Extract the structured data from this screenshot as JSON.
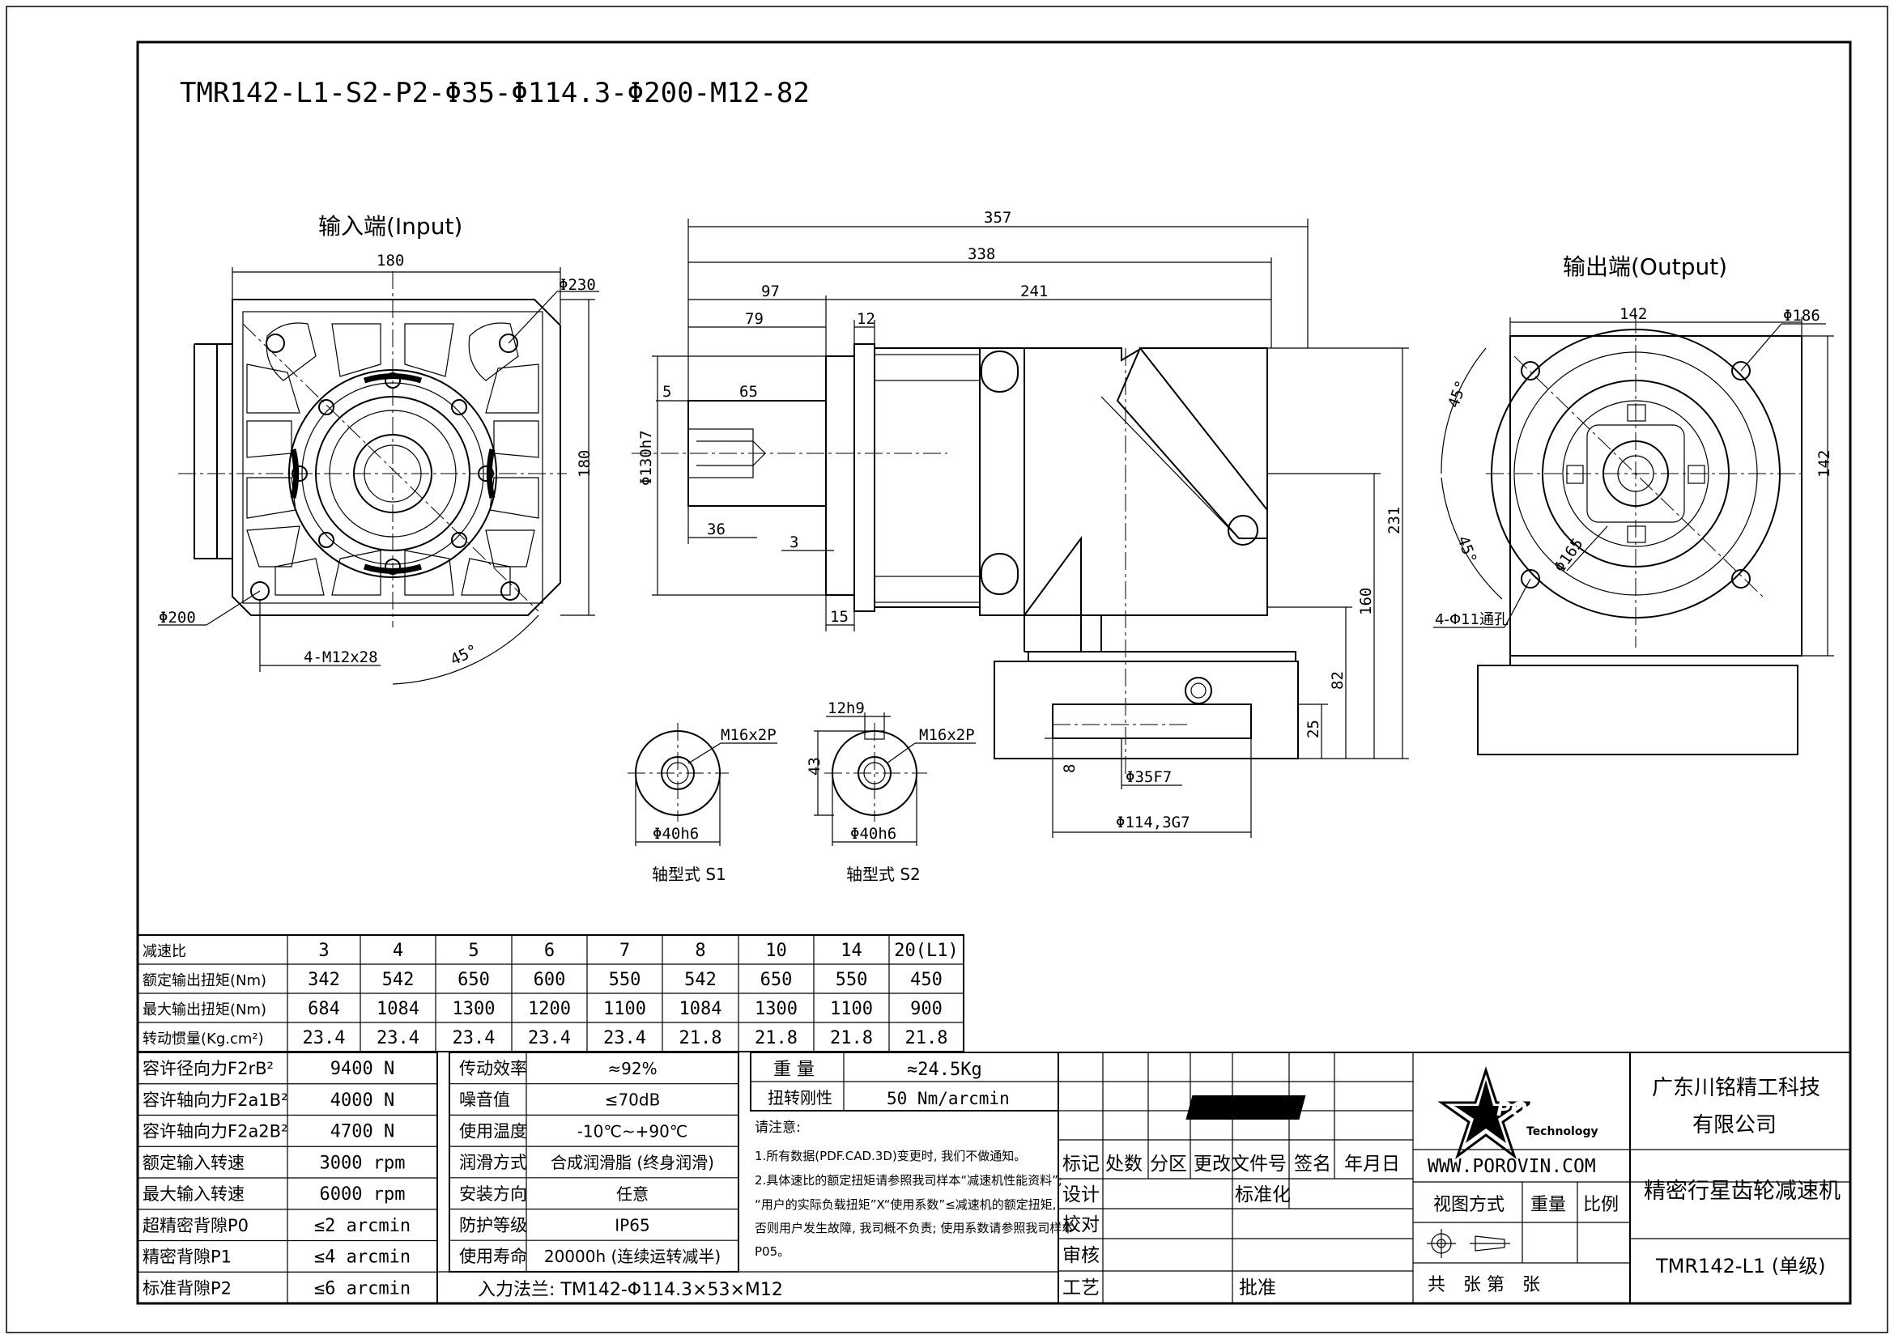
{
  "title": "TMR142-L1-S2-P2-Φ35-Φ114.3-Φ200-M12-82",
  "views": {
    "input": {
      "label": "输入端(Input)",
      "dims": {
        "width": "180",
        "height": "180",
        "bolt_circle": "Φ230",
        "pilot": "Φ200",
        "holes": "4-M12x28",
        "angle": "45°"
      }
    },
    "side": {
      "dims": {
        "total": "357",
        "body": "338",
        "d97": "97",
        "d241": "241",
        "d79": "79",
        "d12": "12",
        "d5": "5",
        "d65": "65",
        "d36": "36",
        "d3": "3",
        "d15": "15",
        "shaft_dia": "Φ130h7",
        "h231": "231",
        "h160": "160",
        "h82": "82",
        "h25": "25",
        "h8": "8",
        "bore": "Φ35F7",
        "flange": "Φ114,3G7"
      }
    },
    "output": {
      "label": "输出端(Output)",
      "dims": {
        "width": "142",
        "height": "142",
        "pcd": "Φ186",
        "angle": "45°",
        "angle2": "45°",
        "inner": "Φ165",
        "holes": "4-Φ11通孔"
      }
    },
    "shaft_s1": {
      "label": "轴型式 S1",
      "thread": "M16x2P",
      "dia": "Φ40h6"
    },
    "shaft_s2": {
      "label": "轴型式 S2",
      "thread": "M16x2P",
      "key": "12h9",
      "height": "43",
      "dia": "Φ40h6"
    }
  },
  "spec_table": {
    "rows": [
      [
        "减速比",
        "3",
        "4",
        "5",
        "6",
        "7",
        "8",
        "10",
        "14",
        "20(L1)"
      ],
      [
        "额定输出扭矩(Nm)",
        "342",
        "542",
        "650",
        "600",
        "550",
        "542",
        "650",
        "550",
        "450"
      ],
      [
        "最大输出扭矩(Nm)",
        "684",
        "1084",
        "1300",
        "1200",
        "1100",
        "1084",
        "1300",
        "1100",
        "900"
      ],
      [
        "转动惯量(Kg.cm²)",
        "23.4",
        "23.4",
        "23.4",
        "23.4",
        "23.4",
        "21.8",
        "21.8",
        "21.8",
        "21.8"
      ]
    ]
  },
  "params_a": [
    [
      "容许径向力F2rB²",
      "9400 N"
    ],
    [
      "容许轴向力F2a1B²",
      "4000 N"
    ],
    [
      "容许轴向力F2a2B²",
      "4700 N"
    ],
    [
      "额定输入转速",
      "3000 rpm"
    ],
    [
      "最大输入转速",
      "6000 rpm"
    ],
    [
      "超精密背隙P0",
      "≤2 arcmin"
    ],
    [
      "精密背隙P1",
      "≤4 arcmin"
    ],
    [
      "标准背隙P2",
      "≤6 arcmin"
    ]
  ],
  "params_b": [
    [
      "传动效率",
      "≈92%"
    ],
    [
      "噪音值",
      "≤70dB"
    ],
    [
      "使用温度",
      "-10℃~+90℃"
    ],
    [
      "润滑方式",
      "合成润滑脂 (终身润滑)"
    ],
    [
      "安装方向",
      "任意"
    ],
    [
      "防护等级",
      "IP65"
    ],
    [
      "使用寿命",
      "20000h (连续运转减半)"
    ]
  ],
  "input_flange": "入力法兰: TM142-Φ114.3×53×M12",
  "weight": {
    "label": "重 量",
    "value": "≈24.5Kg"
  },
  "stiffness": {
    "label": "扭转刚性",
    "value": "50 Nm/arcmin"
  },
  "notes": {
    "title": "请注意:",
    "lines": [
      "1.所有数据(PDF.CAD.3D)变更时, 我们不做通知。",
      "2.具体速比的额定扭矩请参照我司样本“减速机性能资料”;",
      "“用户的实际负载扭矩”X“使用系数”≤减速机的额定扭矩,",
      "否则用户发生故障, 我司概不负责; 使用系数请参照我司样本",
      "P05。"
    ]
  },
  "title_block": {
    "headers": [
      "标记",
      "处数",
      "分区",
      "更改文件号",
      "签名",
      "年月日"
    ],
    "design": "设计",
    "standardize": "标准化",
    "check": "校对",
    "review": "审核",
    "process": "工艺",
    "approve": "批准",
    "logo_text": "POROVIN",
    "logo_sub": "Technology",
    "website": "WWW.POROVIN.COM",
    "view_method": "视图方式",
    "weight": "重量",
    "scale": "比例",
    "sheets": "共　张 第　张",
    "company_1": "广东川铭精工科技",
    "company_2": "有限公司",
    "product": "精密行星齿轮减速机",
    "model": "TMR142-L1 (单级)"
  }
}
